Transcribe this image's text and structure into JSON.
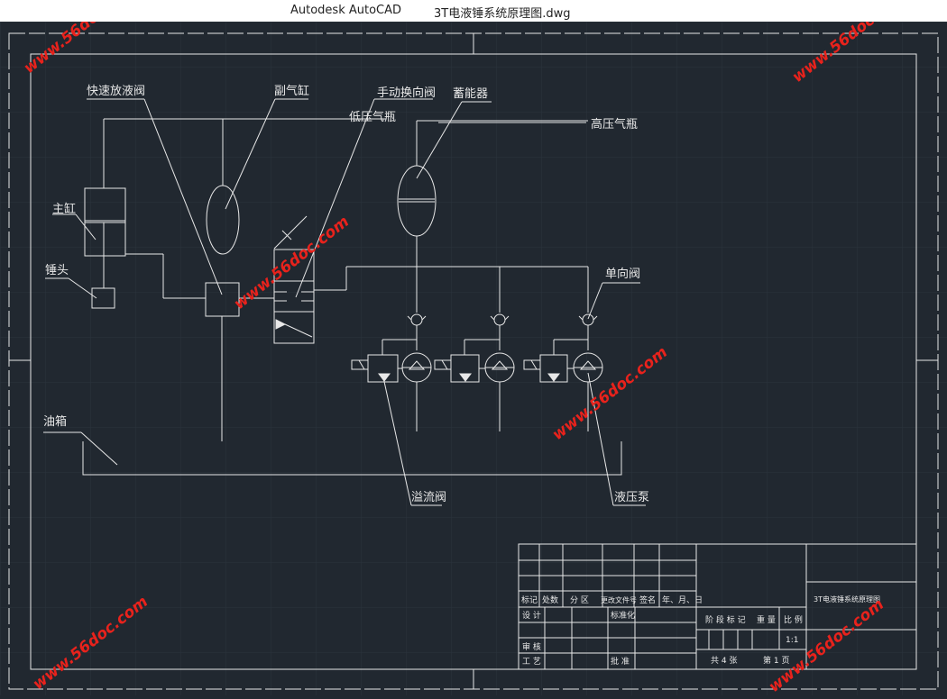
{
  "window": {
    "app_name": "Autodesk AutoCAD",
    "file_name": "3T电液锤系统原理图.dwg"
  },
  "colors": {
    "background": "#212830",
    "line": "#e8e8e8",
    "watermark": "#e8221c"
  },
  "labels": {
    "quick_release_valve": "快速放液阀",
    "aux_cylinder": "副气缸",
    "manual_directional_valve": "手动换向阀",
    "accumulator": "蓄能器",
    "low_pressure_gas": "低压气瓶",
    "high_pressure_gas": "高压气瓶",
    "main_cylinder": "主缸",
    "hammer_head": "锤头",
    "check_valve": "单向阀",
    "oil_tank": "油箱",
    "relief_valve": "溢流阀",
    "hydraulic_pump": "液压泵"
  },
  "title_block": {
    "drawing_title": "3T电液锤系统原理图",
    "row_headers": [
      "标记",
      "处数",
      "分 区",
      "更改文件号",
      "签名",
      "年、月、日"
    ],
    "design": "设 计",
    "standardization": "标准化",
    "review": "审 核",
    "process": "工 艺",
    "approve": "批 准",
    "stage_mark": "阶 段 标 记",
    "weight": "重 量",
    "scale": "比 例",
    "scale_value": "1:1",
    "total_sheets": "共 4 张",
    "sheet_no": "第 1 页"
  },
  "watermark": {
    "text": "www.56doc.com"
  }
}
